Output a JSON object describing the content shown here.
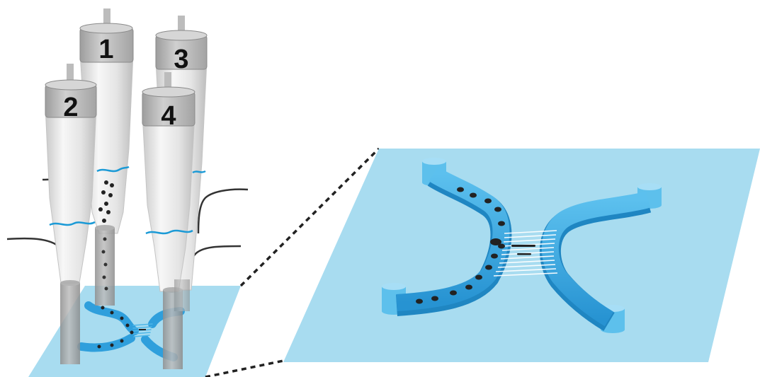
{
  "labels": {
    "tube_1": "1",
    "tube_2": "2",
    "tube_3": "3",
    "tube_4": "4"
  },
  "colors": {
    "substrate": "#a8dcf0",
    "channel": "#3aa7df",
    "channel_dark": "#1f86c2",
    "tube_body": "#e6e6e6",
    "tube_cap": "#b9b9b9",
    "liquid_line": "#1b9ad6",
    "cells": "#222222",
    "tubing": "#333333",
    "dashed_line": "#222222"
  }
}
